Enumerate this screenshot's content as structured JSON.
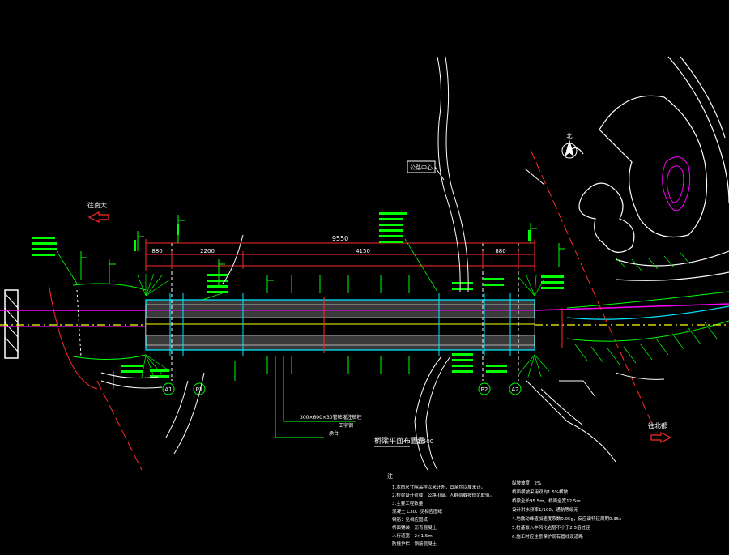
{
  "title": "桥梁平面布置图",
  "scale": "1:500",
  "direction_left": "往南大",
  "direction_right": "往北都",
  "callout_box": "公路中心",
  "north_mark": "北",
  "label_pier_p1": "P1",
  "label_pier_p2": "P2",
  "label_abut_a1": "A1",
  "label_abut_a2": "A2",
  "dims": {
    "overall": "9550",
    "span_left": "880",
    "span_mid": "2200",
    "span_right": "4150",
    "span_small": "880"
  },
  "leader_pile": "300×600×30管桩灌注桩柱",
  "leader_pile_2": "工字钢",
  "leader_bottom": "承台",
  "notes_heading": "注",
  "notes": [
    "1.本图尺寸除高程以米计外，其余均以厘米计。",
    "2.桥梁设计荷载：公路-II级，人群荷载按规范取值。",
    "3.主要工程数量：",
    "  混凝土 C30：见相应图纸",
    "  钢筋：见相应图纸",
    "  桥面铺装：沥青混凝土",
    "  人行道宽：2×1.5m",
    "  防撞护栏：钢筋混凝土"
  ],
  "notes_right": [
    "纵坡坡度：2%",
    "桥面横坡采用双向1.5%横坡",
    "桥梁全长95.5m，桥面全宽12.5m",
    "设计洪水频率1/100，通航等级无",
    "4.地震动峰值加速度系数0.05g，反应谱特征周期0.35s",
    "5.桩基嵌入中风化岩层不小于2.5倍桩径",
    "6.施工时应注意保护现有管线及道路"
  ],
  "colors": {
    "background": "#000000",
    "deck_fill": "#3a3a3a",
    "deck_edge": "#00e5ff",
    "centerline": "#ffff00",
    "road_edge": "#00ff00",
    "magenta_line": "#ff00ff",
    "red_dims": "#ff2a2a",
    "white_lines": "#ffffff"
  }
}
